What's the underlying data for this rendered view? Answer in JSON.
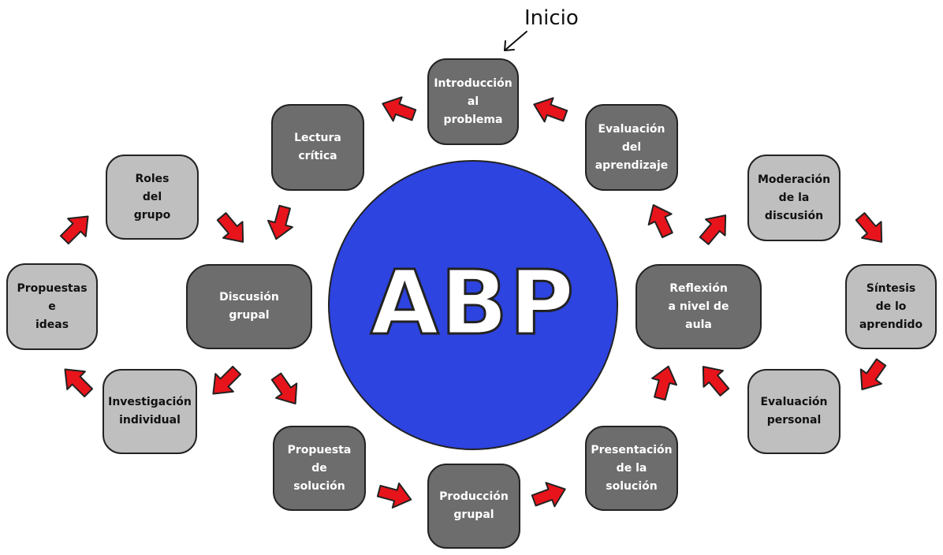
{
  "start_label": "Inicio",
  "center": {
    "title": "ABP"
  },
  "nodes": [
    {
      "id": "introduccion",
      "label": "Introducción\nal\nproblema",
      "tone": "dark"
    },
    {
      "id": "lectura",
      "label": "Lectura\ncrítica",
      "tone": "dark"
    },
    {
      "id": "roles",
      "label": "Roles\ndel\ngrupo",
      "tone": "light"
    },
    {
      "id": "propuestas",
      "label": "Propuestas\ne\nideas",
      "tone": "light"
    },
    {
      "id": "investigacion",
      "label": "Investigación\nindividual",
      "tone": "light"
    },
    {
      "id": "discusion",
      "label": "Discusión\ngrupal",
      "tone": "dark"
    },
    {
      "id": "propuesta-solucion",
      "label": "Propuesta\nde\nsolución",
      "tone": "dark"
    },
    {
      "id": "produccion",
      "label": "Producción\ngrupal",
      "tone": "dark"
    },
    {
      "id": "presentacion",
      "label": "Presentación\nde la\nsolución",
      "tone": "dark"
    },
    {
      "id": "reflexion",
      "label": "Reflexión\na nivel de\naula",
      "tone": "dark"
    },
    {
      "id": "evaluacion-aprendizaje",
      "label": "Evaluación\ndel\naprendizaje",
      "tone": "dark"
    },
    {
      "id": "moderacion",
      "label": "Moderación\nde la\ndiscusión",
      "tone": "light"
    },
    {
      "id": "sintesis",
      "label": "Síntesis\nde lo\naprendido",
      "tone": "light"
    },
    {
      "id": "evaluacion-personal",
      "label": "Evaluación\npersonal",
      "tone": "light"
    }
  ],
  "edges": [
    {
      "from": "introduccion",
      "to": "lectura"
    },
    {
      "from": "lectura",
      "to": "discusion"
    },
    {
      "from": "roles",
      "to": "discusion"
    },
    {
      "from": "propuestas",
      "to": "roles"
    },
    {
      "from": "investigacion",
      "to": "propuestas"
    },
    {
      "from": "discusion",
      "to": "investigacion"
    },
    {
      "from": "discusion",
      "to": "propuesta-solucion"
    },
    {
      "from": "propuesta-solucion",
      "to": "produccion"
    },
    {
      "from": "produccion",
      "to": "presentacion"
    },
    {
      "from": "presentacion",
      "to": "reflexion"
    },
    {
      "from": "reflexion",
      "to": "evaluacion-aprendizaje"
    },
    {
      "from": "reflexion",
      "to": "moderacion"
    },
    {
      "from": "moderacion",
      "to": "sintesis"
    },
    {
      "from": "sintesis",
      "to": "evaluacion-personal"
    },
    {
      "from": "evaluacion-personal",
      "to": "reflexion"
    },
    {
      "from": "evaluacion-aprendizaje",
      "to": "introduccion"
    }
  ],
  "colors": {
    "arrow": "#e8141b",
    "center": "#2d44e0",
    "dark_box": "#6d6d6d",
    "light_box": "#bfbfbf"
  }
}
